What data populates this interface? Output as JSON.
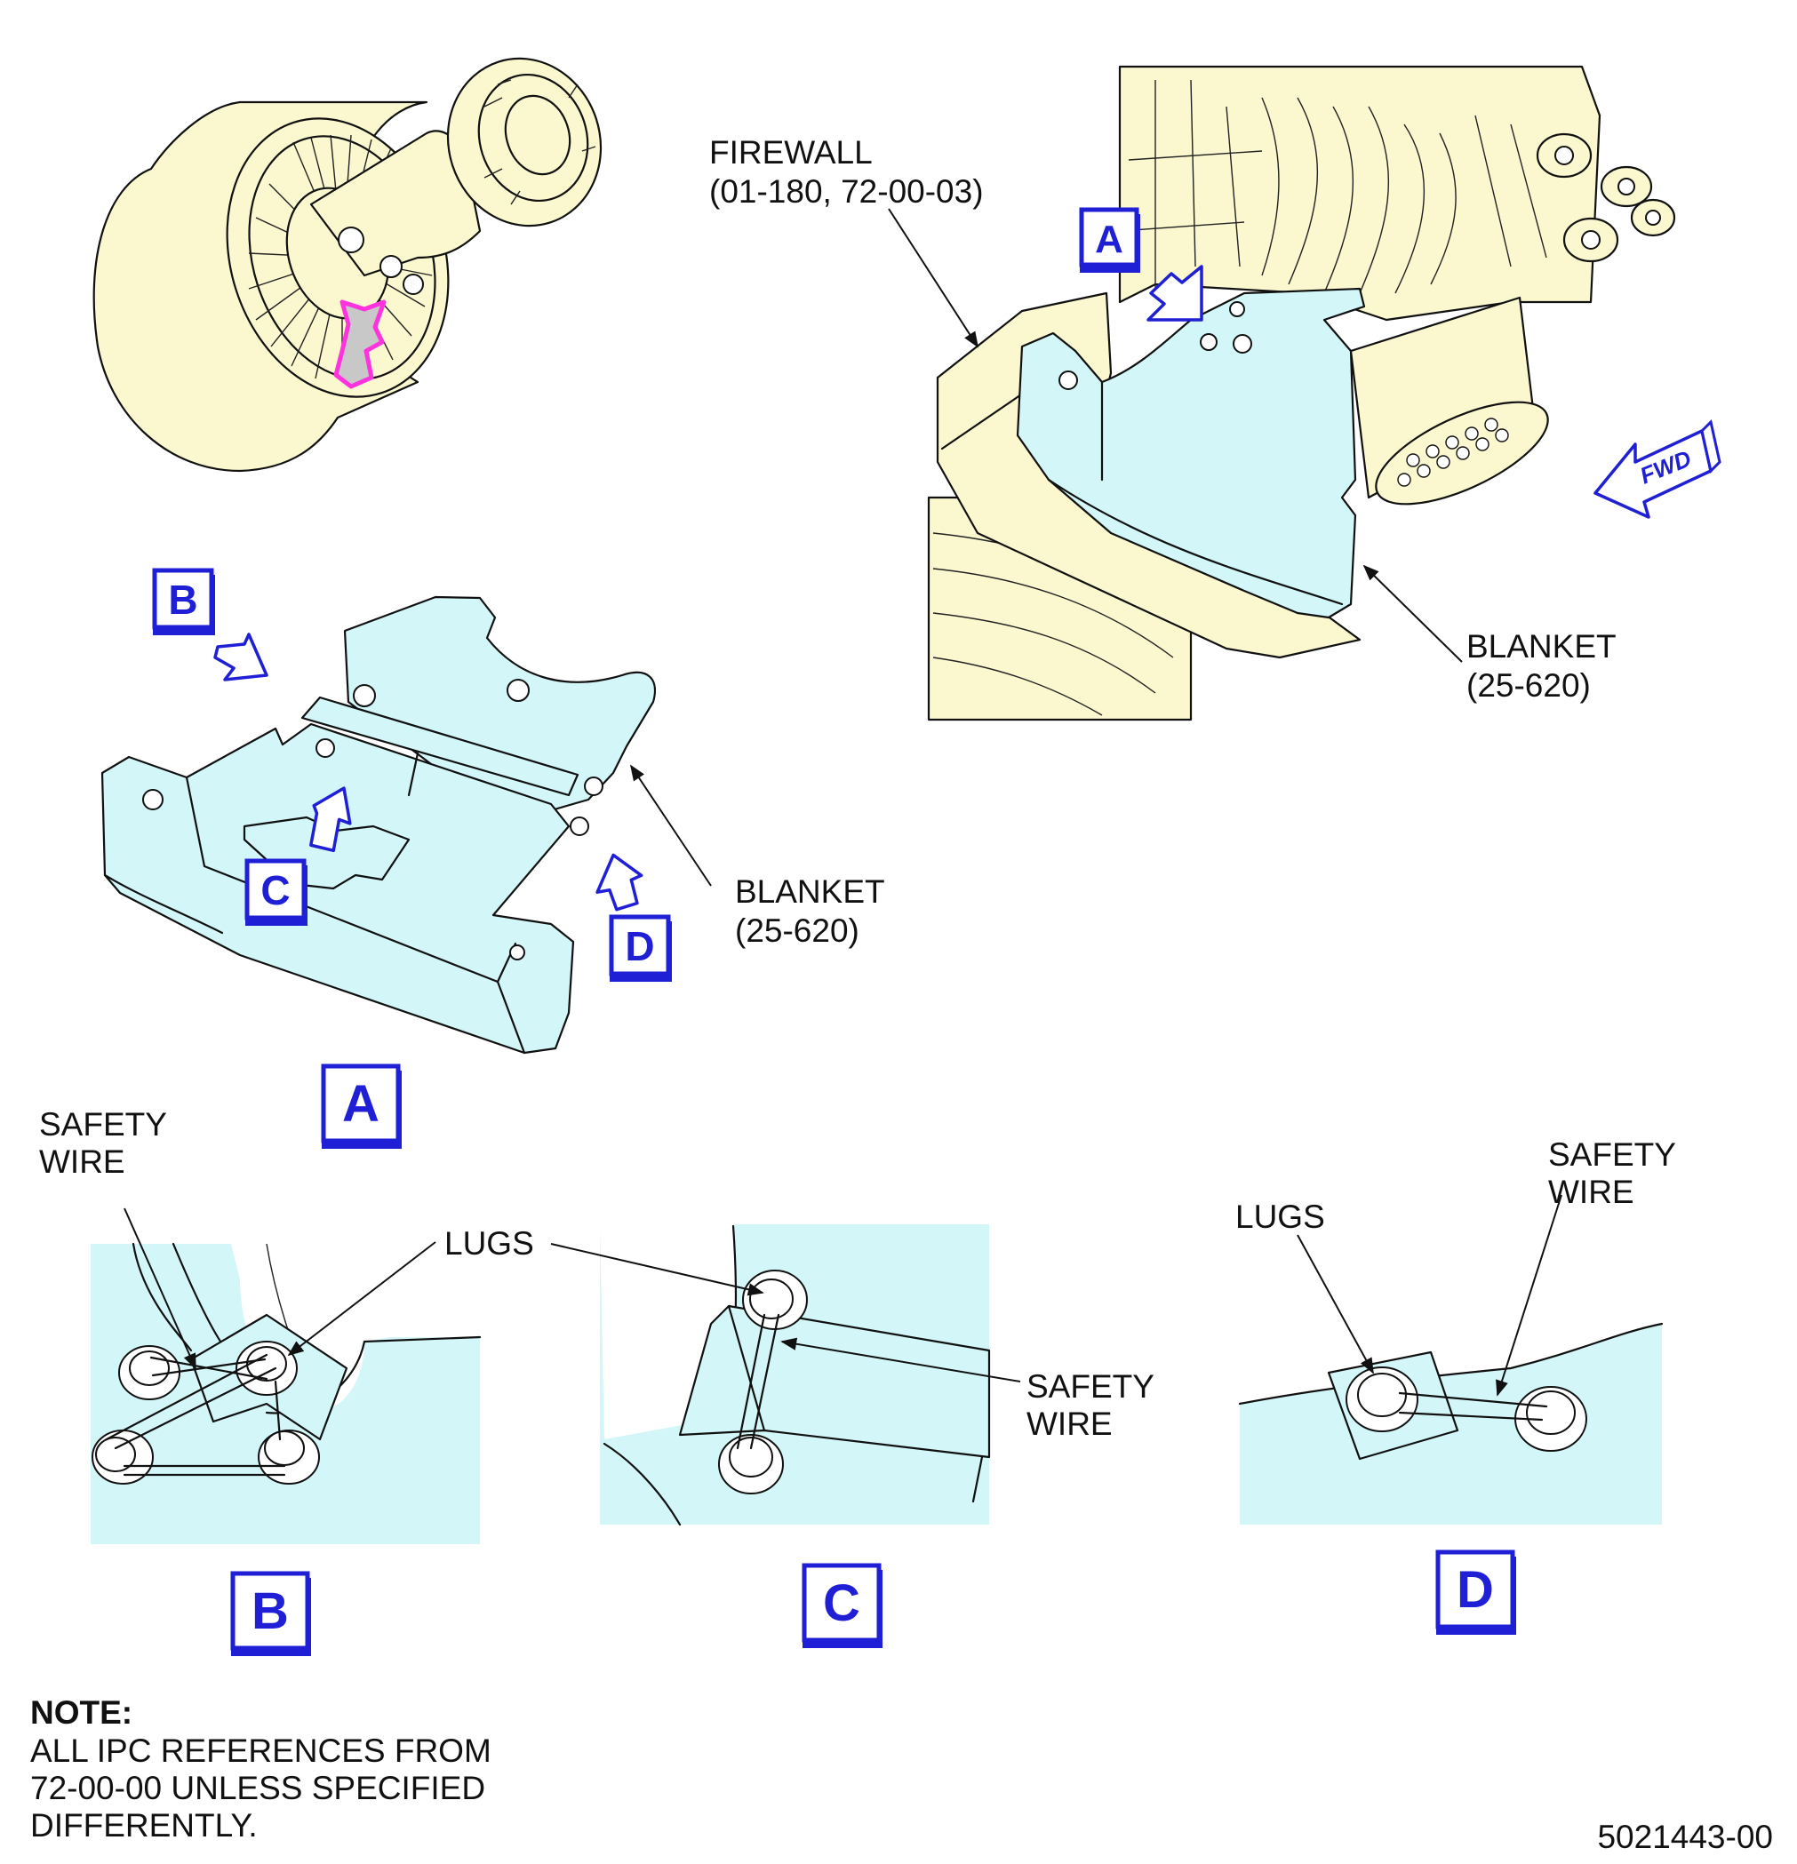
{
  "figure_id": "5021443-00",
  "labels": {
    "firewall_line1": "FIREWALL",
    "firewall_line2": "(01-180, 72-00-03)",
    "blanket_main_line1": "BLANKET",
    "blanket_main_line2": "(25-620)",
    "blanket_a_line1": "BLANKET",
    "blanket_a_line2": "(25-620)",
    "fwd": "FWD"
  },
  "view_letters": {
    "main_a": "A",
    "detail_a_b": "B",
    "detail_a_c": "C",
    "detail_a_d": "D",
    "title_a": "A",
    "title_b": "B",
    "title_c": "C",
    "title_d": "D"
  },
  "detail_b": {
    "safety_wire_line1": "SAFETY",
    "safety_wire_line2": "WIRE",
    "lugs": "LUGS"
  },
  "detail_c": {
    "safety_wire_line1": "SAFETY",
    "safety_wire_line2": "WIRE"
  },
  "detail_d": {
    "lugs": "LUGS",
    "safety_wire_line1": "SAFETY",
    "safety_wire_line2": "WIRE"
  },
  "note": {
    "heading": "NOTE:",
    "line1": "ALL IPC REFERENCES FROM",
    "line2": "72-00-00 UNLESS SPECIFIED",
    "line3": "DIFFERENTLY."
  },
  "colors": {
    "component_fill": "#d3f6f8",
    "structure_fill": "#fbf7cf",
    "view_marker": "#1f1fd6",
    "locator_highlight": "#ff33dd"
  }
}
